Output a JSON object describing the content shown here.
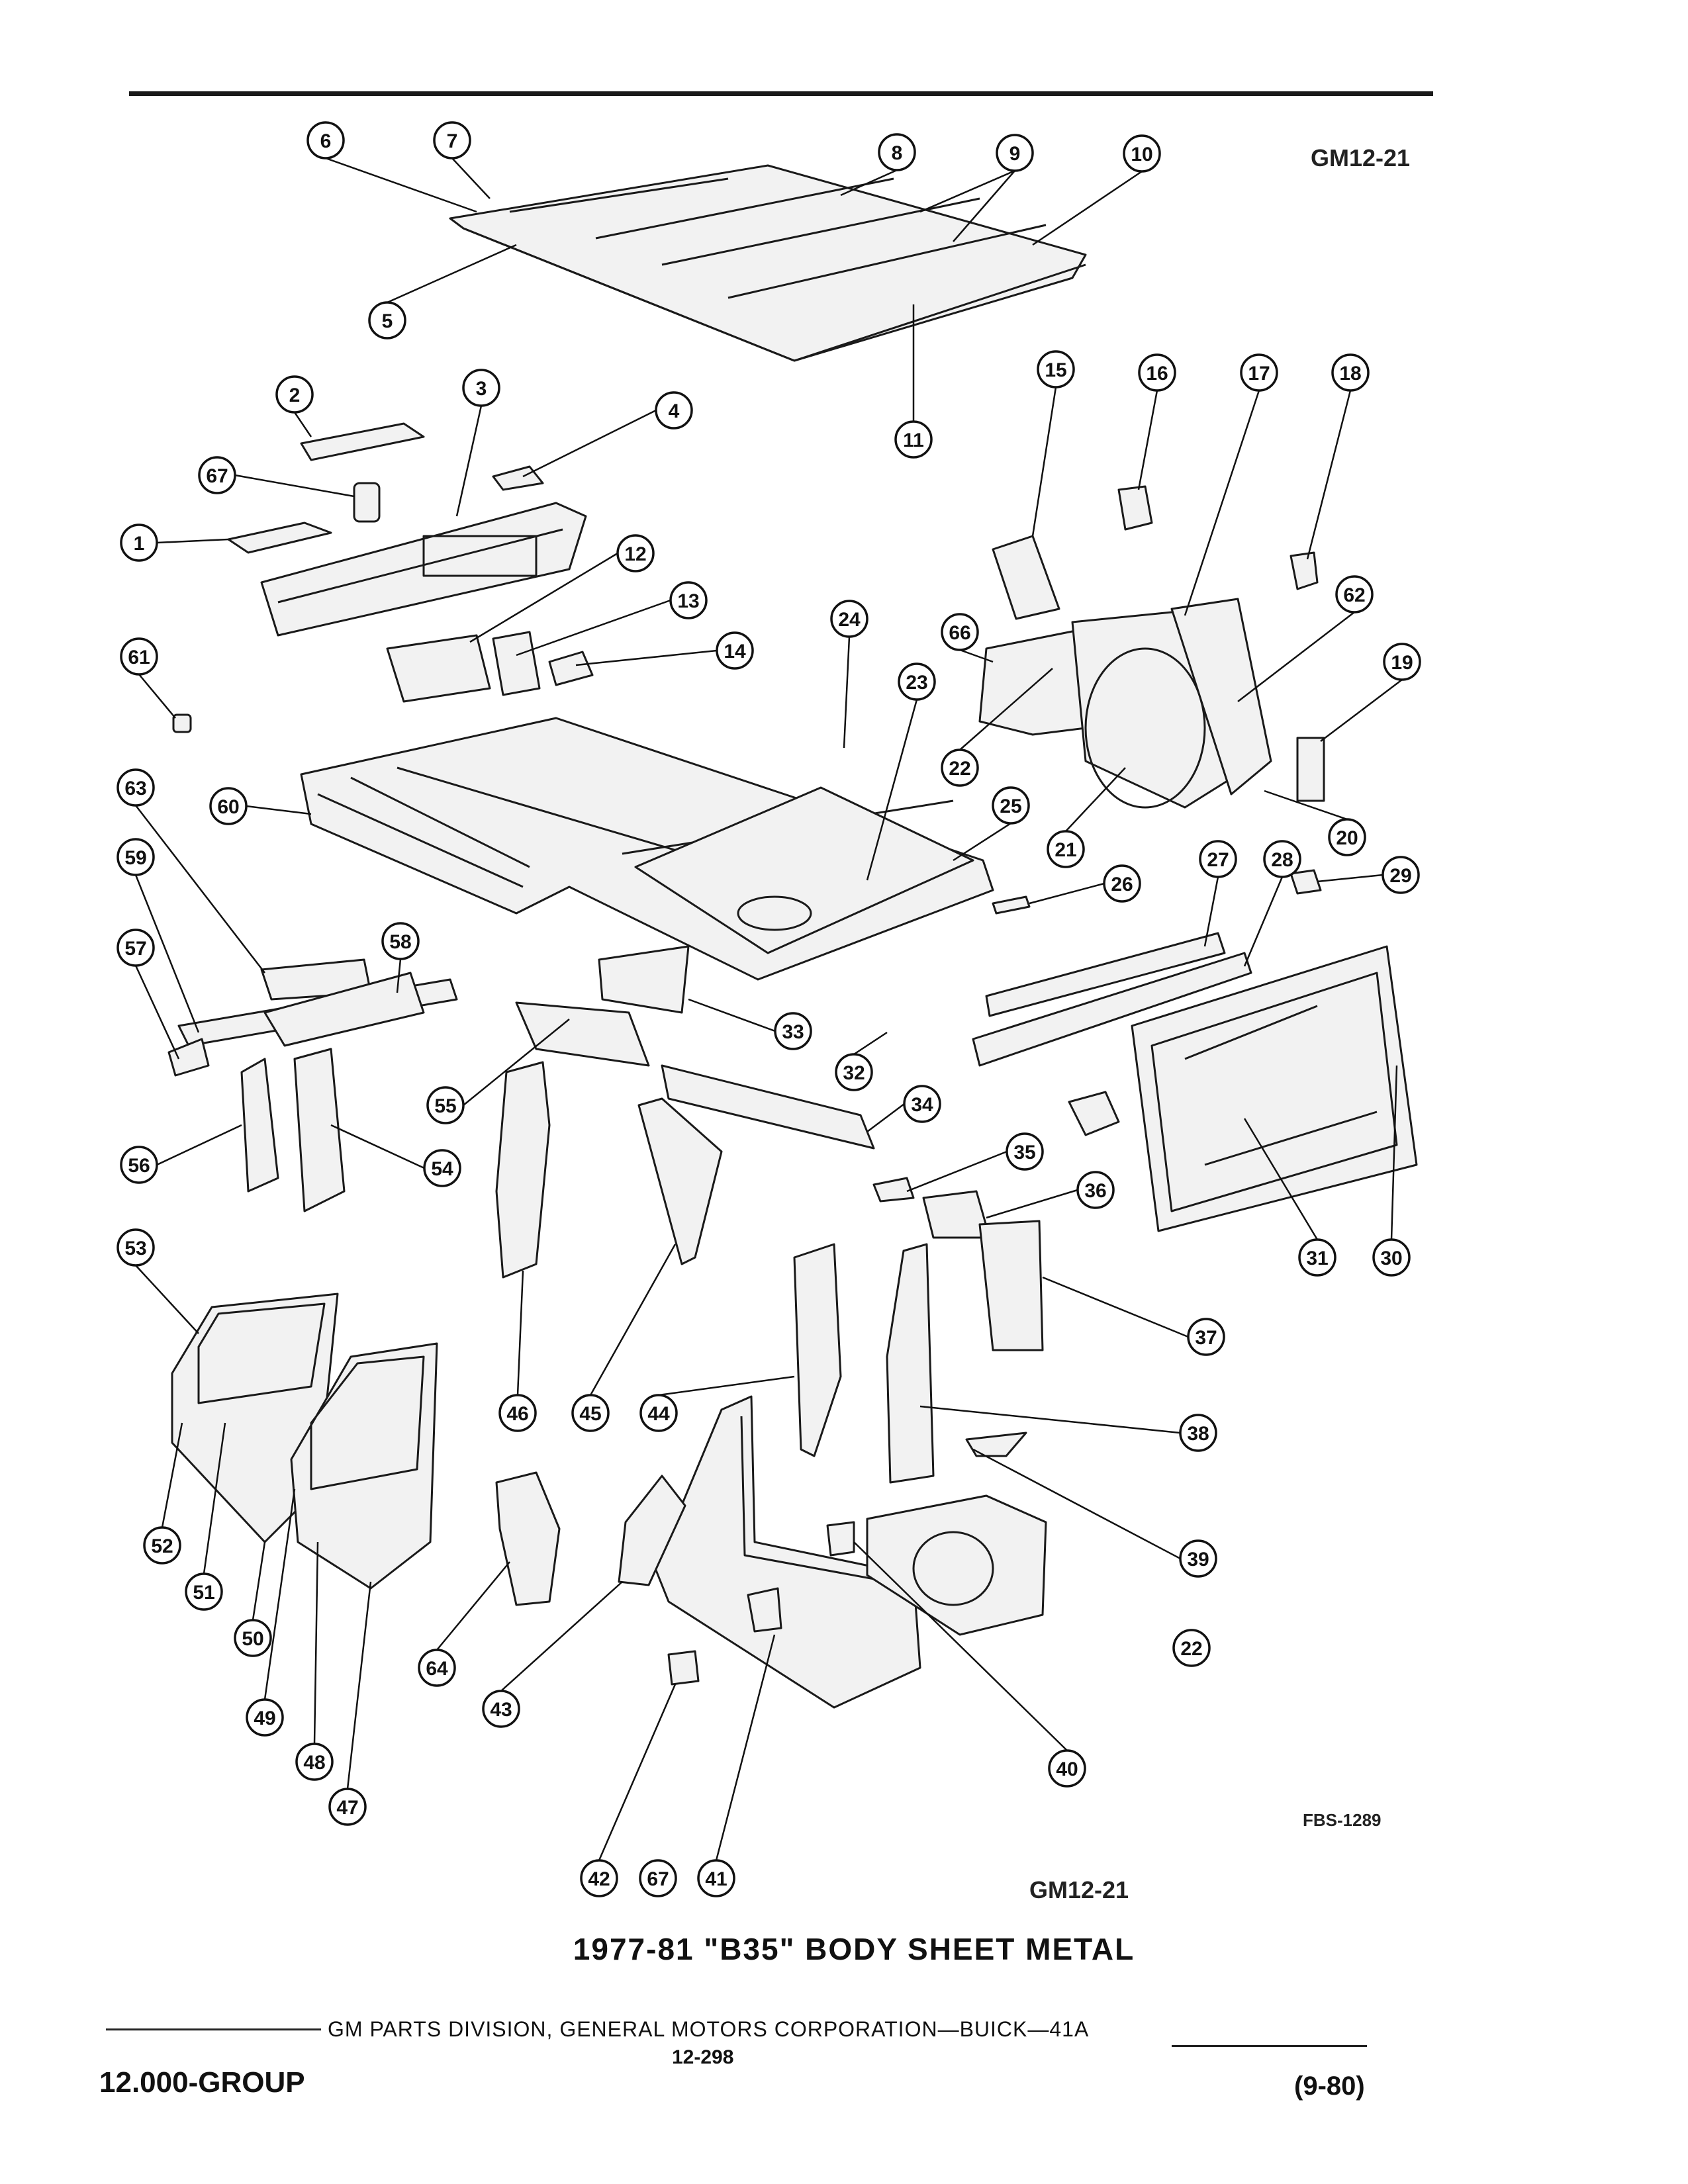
{
  "header": {
    "code_top": "GM12-21"
  },
  "drawing": {
    "fbs": "FBS-1289",
    "code_bottom": "GM12-21"
  },
  "title": "1977-81 \"B35\" BODY SHEET METAL",
  "footer": {
    "group": "12.000-GROUP",
    "division": "GM PARTS DIVISION, GENERAL MOTORS CORPORATION—BUICK—41A",
    "page": "12-298",
    "date": "(9-80)"
  },
  "callouts": [
    "1",
    "2",
    "3",
    "4",
    "5",
    "6",
    "7",
    "8",
    "9",
    "10",
    "11",
    "12",
    "13",
    "14",
    "15",
    "16",
    "17",
    "18",
    "19",
    "20",
    "21",
    "22",
    "22",
    "23",
    "24",
    "25",
    "26",
    "27",
    "28",
    "29",
    "30",
    "31",
    "32",
    "33",
    "34",
    "35",
    "36",
    "37",
    "38",
    "39",
    "40",
    "41",
    "42",
    "43",
    "44",
    "45",
    "46",
    "47",
    "48",
    "49",
    "50",
    "51",
    "52",
    "53",
    "54",
    "55",
    "56",
    "57",
    "58",
    "59",
    "60",
    "61",
    "62",
    "63",
    "64",
    "66",
    "67",
    "67",
    "67"
  ]
}
